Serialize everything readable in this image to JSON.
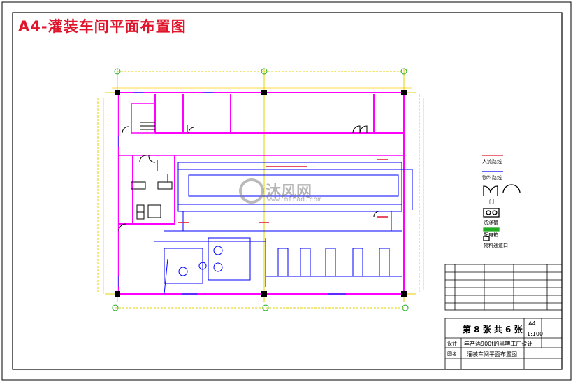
{
  "title": "A4-灌装车间平面布置图",
  "watermark": {
    "brand": "沐风网",
    "url": "www.mfcad.com"
  },
  "title_block": {
    "sheet_info": "第 8 张 共 6 张",
    "size": "A4",
    "scale": "1:100",
    "design_label": "设计",
    "design_text": "年产酒900t的黑啤工厂设计",
    "drawing_label": "图名",
    "drawing_name": "灌装车间平面布置图"
  },
  "legend": {
    "items": [
      "人流路线",
      "物料路线",
      "门",
      "洗涤槽",
      "配电箱",
      "物料通道口"
    ]
  },
  "colors": {
    "title": "#e0142a",
    "wall": "#ff00ff",
    "axis": "#ffff00",
    "equipment": "#0000ff",
    "line": "#000000"
  }
}
